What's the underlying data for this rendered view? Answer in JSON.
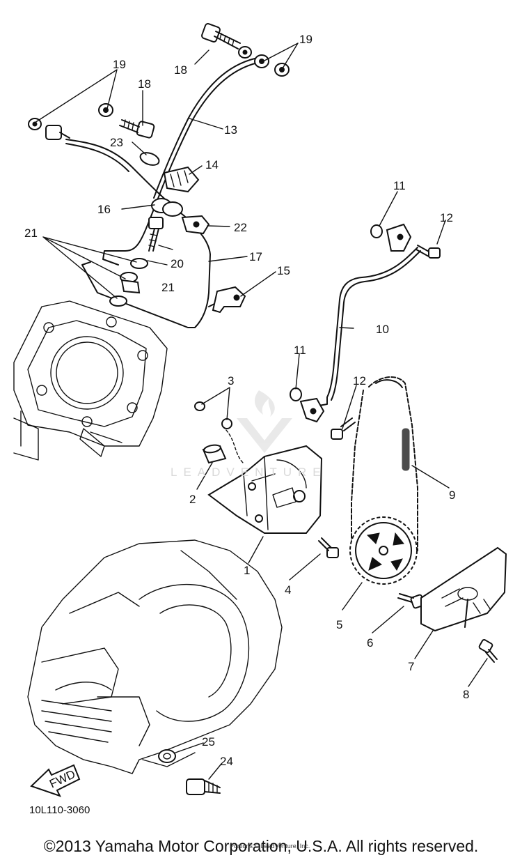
{
  "diagram": {
    "callouts": [
      {
        "id": "1",
        "text": "1"
      },
      {
        "id": "2",
        "text": "2"
      },
      {
        "id": "3",
        "text": "3"
      },
      {
        "id": "4",
        "text": "4"
      },
      {
        "id": "5",
        "text": "5"
      },
      {
        "id": "6",
        "text": "6"
      },
      {
        "id": "7",
        "text": "7"
      },
      {
        "id": "8",
        "text": "8"
      },
      {
        "id": "9",
        "text": "9"
      },
      {
        "id": "10",
        "text": "10"
      },
      {
        "id": "11a",
        "text": "11"
      },
      {
        "id": "11b",
        "text": "11"
      },
      {
        "id": "12a",
        "text": "12"
      },
      {
        "id": "12b",
        "text": "12"
      },
      {
        "id": "13",
        "text": "13"
      },
      {
        "id": "14",
        "text": "14"
      },
      {
        "id": "15",
        "text": "15"
      },
      {
        "id": "16",
        "text": "16"
      },
      {
        "id": "17",
        "text": "17"
      },
      {
        "id": "18a",
        "text": "18"
      },
      {
        "id": "18b",
        "text": "18"
      },
      {
        "id": "19a",
        "text": "19"
      },
      {
        "id": "19b",
        "text": "19"
      },
      {
        "id": "20",
        "text": "20"
      },
      {
        "id": "21a",
        "text": "21"
      },
      {
        "id": "21b",
        "text": "21"
      },
      {
        "id": "22",
        "text": "22"
      },
      {
        "id": "23",
        "text": "23"
      },
      {
        "id": "24",
        "text": "24"
      },
      {
        "id": "25",
        "text": "25"
      }
    ],
    "fwd_label": "FWD",
    "part_code": "10L110-3060"
  },
  "watermark": {
    "text": "LEADVENTURE"
  },
  "footer": {
    "copyright": "©2013 Yamaha Motor Corporation, U.S.A. All rights reserved.",
    "overlay_credit": "Portions © LeadVenture, Inc."
  }
}
